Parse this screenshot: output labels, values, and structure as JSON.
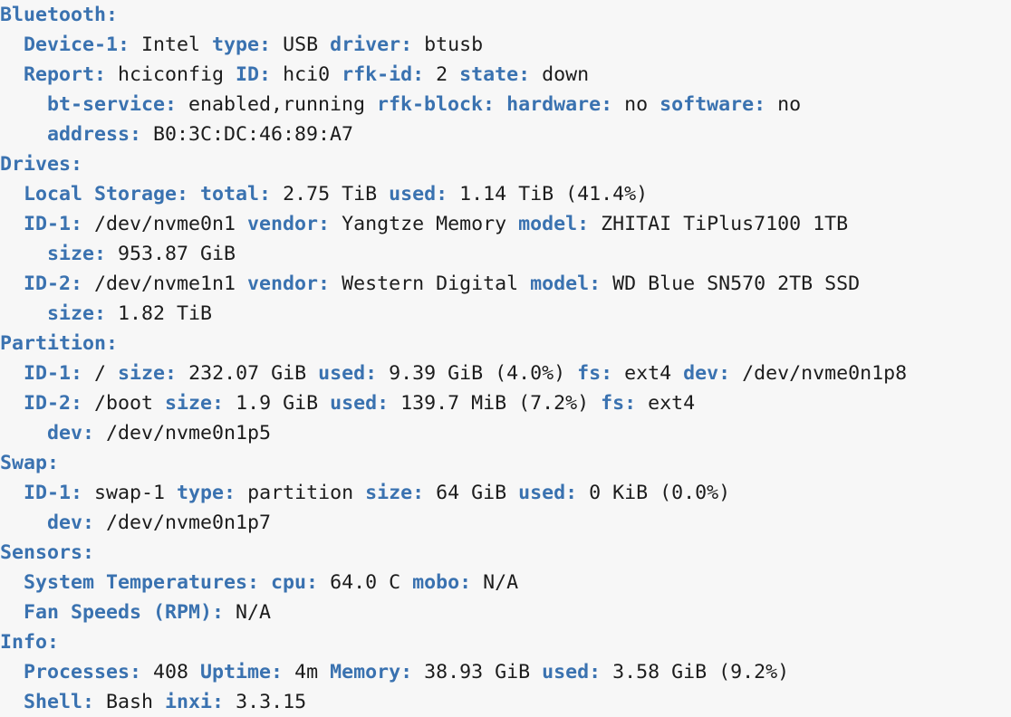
{
  "theme": {
    "background": "#f7f7f7",
    "key_color": "#3a72b0",
    "value_color": "#1c1c1c"
  },
  "report": {
    "tool": "inxi",
    "sections": [
      {
        "name": "Bluetooth",
        "header": "Bluetooth:",
        "lines": [
          {
            "indent": 2,
            "tokens": [
              {
                "t": "k",
                "s": "Device-1:"
              },
              {
                "t": "v",
                "s": " Intel "
              },
              {
                "t": "k",
                "s": "type:"
              },
              {
                "t": "v",
                "s": " USB "
              },
              {
                "t": "k",
                "s": "driver:"
              },
              {
                "t": "v",
                "s": " btusb"
              }
            ]
          },
          {
            "indent": 2,
            "tokens": [
              {
                "t": "k",
                "s": "Report:"
              },
              {
                "t": "v",
                "s": " hciconfig "
              },
              {
                "t": "k",
                "s": "ID:"
              },
              {
                "t": "v",
                "s": " hci0 "
              },
              {
                "t": "k",
                "s": "rfk-id:"
              },
              {
                "t": "v",
                "s": " 2 "
              },
              {
                "t": "k",
                "s": "state:"
              },
              {
                "t": "v",
                "s": " down"
              }
            ]
          },
          {
            "indent": 4,
            "tokens": [
              {
                "t": "k",
                "s": "bt-service:"
              },
              {
                "t": "v",
                "s": " enabled,running "
              },
              {
                "t": "k",
                "s": "rfk-block:"
              },
              {
                "t": "v",
                "s": " "
              },
              {
                "t": "k",
                "s": "hardware:"
              },
              {
                "t": "v",
                "s": " no "
              },
              {
                "t": "k",
                "s": "software:"
              },
              {
                "t": "v",
                "s": " no"
              }
            ]
          },
          {
            "indent": 4,
            "tokens": [
              {
                "t": "k",
                "s": "address:"
              },
              {
                "t": "v",
                "s": " B0:3C:DC:46:89:A7"
              }
            ]
          }
        ]
      },
      {
        "name": "Drives",
        "header": "Drives:",
        "lines": [
          {
            "indent": 2,
            "tokens": [
              {
                "t": "k",
                "s": "Local Storage:"
              },
              {
                "t": "v",
                "s": " "
              },
              {
                "t": "k",
                "s": "total:"
              },
              {
                "t": "v",
                "s": " 2.75 TiB "
              },
              {
                "t": "k",
                "s": "used:"
              },
              {
                "t": "v",
                "s": " 1.14 TiB (41.4%)"
              }
            ]
          },
          {
            "indent": 2,
            "tokens": [
              {
                "t": "k",
                "s": "ID-1:"
              },
              {
                "t": "v",
                "s": " /dev/nvme0n1 "
              },
              {
                "t": "k",
                "s": "vendor:"
              },
              {
                "t": "v",
                "s": " Yangtze Memory "
              },
              {
                "t": "k",
                "s": "model:"
              },
              {
                "t": "v",
                "s": " ZHITAI TiPlus7100 1TB"
              }
            ]
          },
          {
            "indent": 4,
            "tokens": [
              {
                "t": "k",
                "s": "size:"
              },
              {
                "t": "v",
                "s": " 953.87 GiB"
              }
            ]
          },
          {
            "indent": 2,
            "tokens": [
              {
                "t": "k",
                "s": "ID-2:"
              },
              {
                "t": "v",
                "s": " /dev/nvme1n1 "
              },
              {
                "t": "k",
                "s": "vendor:"
              },
              {
                "t": "v",
                "s": " Western Digital "
              },
              {
                "t": "k",
                "s": "model:"
              },
              {
                "t": "v",
                "s": " WD Blue SN570 2TB SSD"
              }
            ]
          },
          {
            "indent": 4,
            "tokens": [
              {
                "t": "k",
                "s": "size:"
              },
              {
                "t": "v",
                "s": " 1.82 TiB"
              }
            ]
          }
        ]
      },
      {
        "name": "Partition",
        "header": "Partition:",
        "lines": [
          {
            "indent": 2,
            "tokens": [
              {
                "t": "k",
                "s": "ID-1:"
              },
              {
                "t": "v",
                "s": " / "
              },
              {
                "t": "k",
                "s": "size:"
              },
              {
                "t": "v",
                "s": " 232.07 GiB "
              },
              {
                "t": "k",
                "s": "used:"
              },
              {
                "t": "v",
                "s": " 9.39 GiB (4.0%) "
              },
              {
                "t": "k",
                "s": "fs:"
              },
              {
                "t": "v",
                "s": " ext4 "
              },
              {
                "t": "k",
                "s": "dev:"
              },
              {
                "t": "v",
                "s": " /dev/nvme0n1p8"
              }
            ]
          },
          {
            "indent": 2,
            "tokens": [
              {
                "t": "k",
                "s": "ID-2:"
              },
              {
                "t": "v",
                "s": " /boot "
              },
              {
                "t": "k",
                "s": "size:"
              },
              {
                "t": "v",
                "s": " 1.9 GiB "
              },
              {
                "t": "k",
                "s": "used:"
              },
              {
                "t": "v",
                "s": " 139.7 MiB (7.2%) "
              },
              {
                "t": "k",
                "s": "fs:"
              },
              {
                "t": "v",
                "s": " ext4"
              }
            ]
          },
          {
            "indent": 4,
            "tokens": [
              {
                "t": "k",
                "s": "dev:"
              },
              {
                "t": "v",
                "s": " /dev/nvme0n1p5"
              }
            ]
          }
        ]
      },
      {
        "name": "Swap",
        "header": "Swap:",
        "lines": [
          {
            "indent": 2,
            "tokens": [
              {
                "t": "k",
                "s": "ID-1:"
              },
              {
                "t": "v",
                "s": " swap-1 "
              },
              {
                "t": "k",
                "s": "type:"
              },
              {
                "t": "v",
                "s": " partition "
              },
              {
                "t": "k",
                "s": "size:"
              },
              {
                "t": "v",
                "s": " 64 GiB "
              },
              {
                "t": "k",
                "s": "used:"
              },
              {
                "t": "v",
                "s": " 0 KiB (0.0%)"
              }
            ]
          },
          {
            "indent": 4,
            "tokens": [
              {
                "t": "k",
                "s": "dev:"
              },
              {
                "t": "v",
                "s": " /dev/nvme0n1p7"
              }
            ]
          }
        ]
      },
      {
        "name": "Sensors",
        "header": "Sensors:",
        "lines": [
          {
            "indent": 2,
            "tokens": [
              {
                "t": "k",
                "s": "System Temperatures:"
              },
              {
                "t": "v",
                "s": " "
              },
              {
                "t": "k",
                "s": "cpu:"
              },
              {
                "t": "v",
                "s": " 64.0 C "
              },
              {
                "t": "k",
                "s": "mobo:"
              },
              {
                "t": "v",
                "s": " N/A"
              }
            ]
          },
          {
            "indent": 2,
            "tokens": [
              {
                "t": "k",
                "s": "Fan Speeds (RPM):"
              },
              {
                "t": "v",
                "s": " N/A"
              }
            ]
          }
        ]
      },
      {
        "name": "Info",
        "header": "Info:",
        "lines": [
          {
            "indent": 2,
            "tokens": [
              {
                "t": "k",
                "s": "Processes:"
              },
              {
                "t": "v",
                "s": " 408 "
              },
              {
                "t": "k",
                "s": "Uptime:"
              },
              {
                "t": "v",
                "s": " 4m "
              },
              {
                "t": "k",
                "s": "Memory:"
              },
              {
                "t": "v",
                "s": " 38.93 GiB "
              },
              {
                "t": "k",
                "s": "used:"
              },
              {
                "t": "v",
                "s": " 3.58 GiB (9.2%)"
              }
            ]
          },
          {
            "indent": 2,
            "tokens": [
              {
                "t": "k",
                "s": "Shell:"
              },
              {
                "t": "v",
                "s": " Bash "
              },
              {
                "t": "k",
                "s": "inxi:"
              },
              {
                "t": "v",
                "s": " 3.3.15"
              }
            ]
          }
        ]
      }
    ]
  }
}
